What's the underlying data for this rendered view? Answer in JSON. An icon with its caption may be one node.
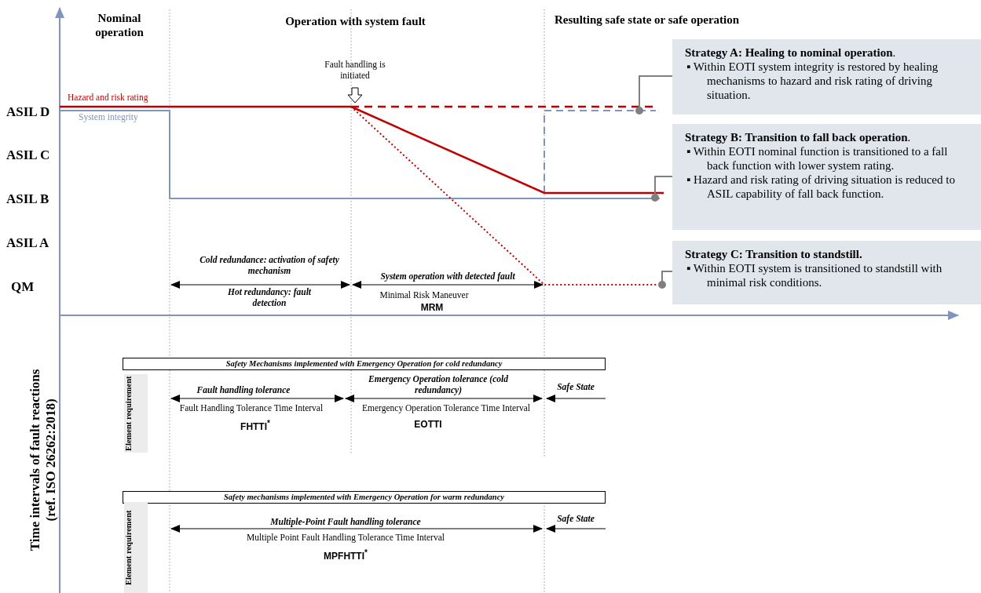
{
  "diagram": {
    "nodes": [
      {
        "text": [
          "**Strategy A: Healing to nominal operation**.",
          "▪ Within EOTI system integrity is restored by healing mechanisms to hazard and risk rating of driving situation."
        ]
      },
      {
        "text": [
          "**Strategy B: Transition to fall back operation**.",
          "▪ Within EOTI nominal function is transitioned to a fall back function with lower system rating.",
          "▪ Hazard and risk rating of driving situation is reduced to ASIL capability of fall back function."
        ]
      },
      {
        "text": [
          "**Strategy C: Transition to standstill.**",
          "▪ Within EOTI system is transitioned to standstill with minimal risk conditions."
        ]
      },
      {
        "text": [
          "Safety Mechanisms implemented with Emergency Operation for cold redundancy"
        ]
      },
      {
        "text": [
          "Element requirement"
        ]
      },
      {
        "text": [
          "Safety mechanisms implemented with Emergency Operation for warm redundancy"
        ]
      },
      {
        "text": [
          "Element requirement"
        ]
      }
    ],
    "edges": [
      {
        "from": 0,
        "to": null,
        "arrow": "other"
      },
      {
        "from": 1,
        "to": null,
        "arrow": "other"
      },
      {
        "from": 2,
        "to": null,
        "arrow": "other"
      }
    ],
    "labels": [
      "Nominal operation",
      "Operation with system fault",
      "Resulting safe state or safe operation",
      "Fault handling is initiated",
      "Hazard and risk rating",
      "ASIL D",
      "System integrity",
      "ASIL C",
      "ASIL B",
      "ASIL A",
      "Cold redundance: activation of safety mechanism",
      "System operation with detected fault",
      "QM",
      "Hot redundancy: fault detection",
      "Minimal Risk Maneuver",
      "MRM",
      "Time intervals of fault reactions (ref. ISO 26262:2018)",
      "Fault handling tolerance",
      "Emergency Operation tolerance (cold redundancy)",
      "Safe State",
      "Fault Handling Tolerance Time Interval",
      "Emergency Operation Tolerance Time Interval",
      "FHTTI$^{*}$",
      "EOTTI",
      "Multiple-Point Fault handling tolerance",
      "Safe State",
      "Multiple Point Fault Handling Tolerance Time Interval",
      "MPFHTTI$^{*}$"
    ]
  }
}
